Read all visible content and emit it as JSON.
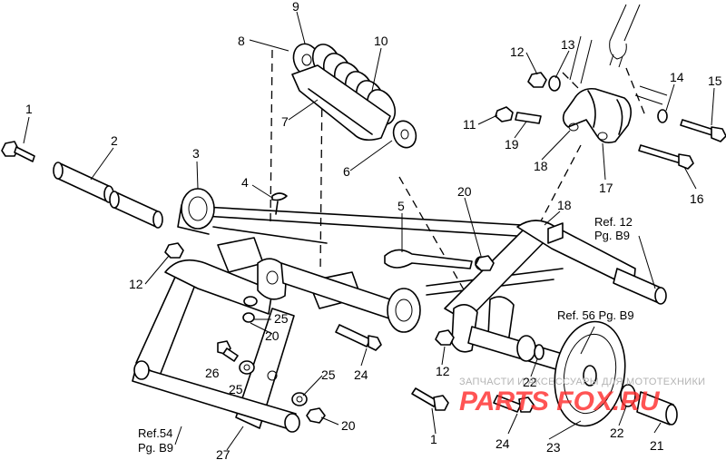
{
  "callouts": [
    {
      "id": "p1a",
      "text": "1"
    },
    {
      "id": "p1b",
      "text": "1"
    },
    {
      "id": "p2",
      "text": "2"
    },
    {
      "id": "p3",
      "text": "3"
    },
    {
      "id": "p4",
      "text": "4"
    },
    {
      "id": "p5",
      "text": "5"
    },
    {
      "id": "p6",
      "text": "6"
    },
    {
      "id": "p7",
      "text": "7"
    },
    {
      "id": "p8",
      "text": "8"
    },
    {
      "id": "p9",
      "text": "9"
    },
    {
      "id": "p10",
      "text": "10"
    },
    {
      "id": "p11",
      "text": "11"
    },
    {
      "id": "p12a",
      "text": "12"
    },
    {
      "id": "p12b",
      "text": "12"
    },
    {
      "id": "p12c",
      "text": "12"
    },
    {
      "id": "p13",
      "text": "13"
    },
    {
      "id": "p14",
      "text": "14"
    },
    {
      "id": "p15",
      "text": "15"
    },
    {
      "id": "p16",
      "text": "16"
    },
    {
      "id": "p17",
      "text": "17"
    },
    {
      "id": "p18a",
      "text": "18"
    },
    {
      "id": "p18b",
      "text": "18"
    },
    {
      "id": "p19",
      "text": "19"
    },
    {
      "id": "p20a",
      "text": "20"
    },
    {
      "id": "p20b",
      "text": "20"
    },
    {
      "id": "p20c",
      "text": "20"
    },
    {
      "id": "p21",
      "text": "21"
    },
    {
      "id": "p22a",
      "text": "22"
    },
    {
      "id": "p22b",
      "text": "22"
    },
    {
      "id": "p23",
      "text": "23"
    },
    {
      "id": "p24a",
      "text": "24"
    },
    {
      "id": "p24b",
      "text": "24"
    },
    {
      "id": "p25a",
      "text": "25"
    },
    {
      "id": "p25b",
      "text": "25"
    },
    {
      "id": "p25c",
      "text": "25"
    },
    {
      "id": "p26",
      "text": "26"
    },
    {
      "id": "p27",
      "text": "27"
    }
  ],
  "references": {
    "ref12_line1": "Ref. 12",
    "ref12_line2": "Pg. B9",
    "ref56": "Ref. 56 Pg. B9",
    "ref54_line1": "Ref.54",
    "ref54_line2": "Pg. B9"
  },
  "watermark": {
    "line1": "ЗАПЧАСТИ И АКСЕССУАРЫ ДЛЯ МОТОТЕХНИКИ",
    "logo": "PARTS FOX.RU"
  }
}
